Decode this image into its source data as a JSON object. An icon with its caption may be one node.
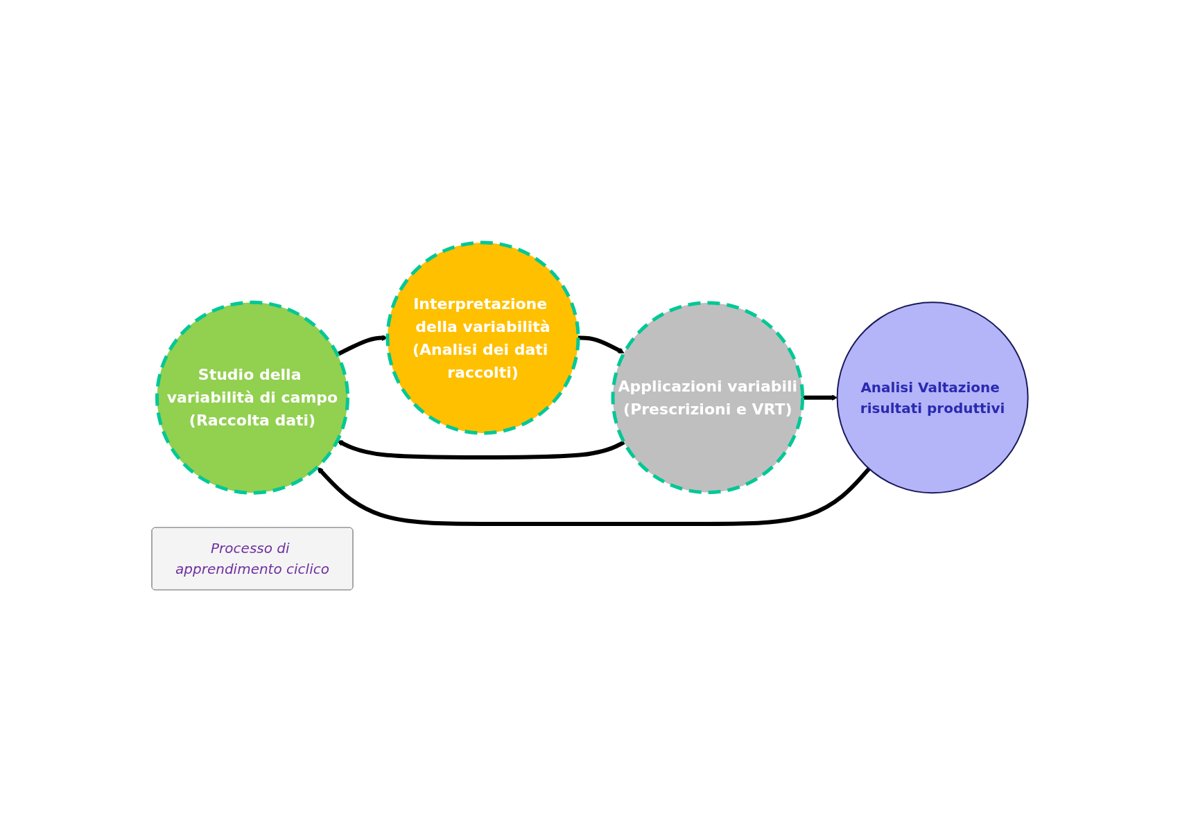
{
  "diagram": {
    "nodes": [
      {
        "text": [
          "Studio della variabilità di campo",
          "(Raccolta dati)"
        ]
      },
      {
        "text": [
          "Interpretazione della variabilità",
          "(Analisi dei dati raccolti)"
        ]
      },
      {
        "text": [
          "Applicazioni variabili",
          "(Prescrizioni e VRT)"
        ]
      },
      {
        "text": [
          "Analisi Valtazione risultati produttivi"
        ]
      },
      {
        "text": [
          "Processo di apprendimento ciclico"
        ]
      }
    ],
    "edges": [
      {
        "from": 0,
        "to": 1,
        "arrow": "to"
      },
      {
        "from": 1,
        "to": 2,
        "arrow": "to"
      },
      {
        "from": 2,
        "to": 0,
        "arrow": "to"
      },
      {
        "from": 2,
        "to": 3,
        "arrow": "to"
      },
      {
        "from": 3,
        "to": 0,
        "arrow": "to"
      }
    ]
  }
}
